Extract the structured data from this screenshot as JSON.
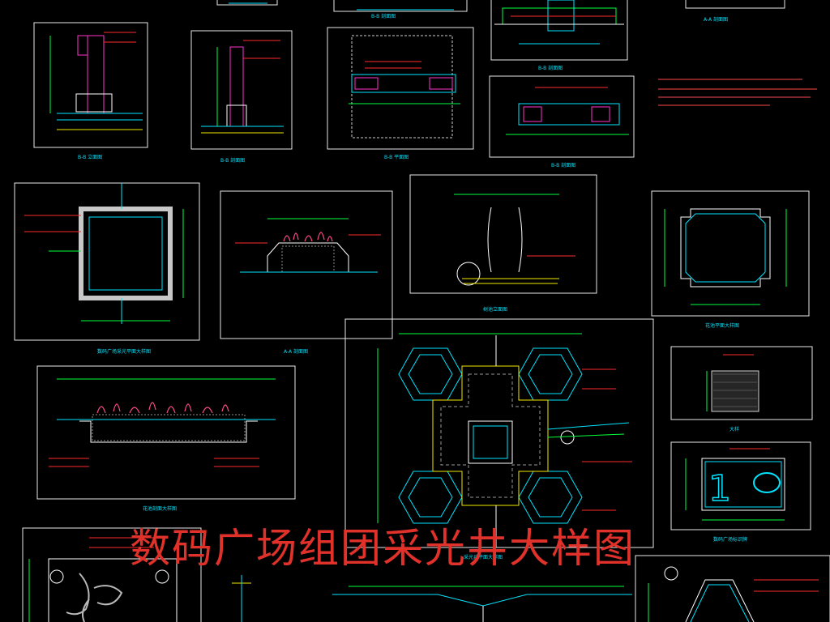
{
  "title": "数码广场组团采光井大样图",
  "colors": {
    "background": "#000000",
    "title": "#e0312a",
    "cyan": "#00e5ff",
    "green": "#00ff3c",
    "yellow": "#f2e600",
    "red": "#ff2a2a",
    "magenta": "#ff33cc",
    "frame": "#e8e8e8"
  },
  "numerals": [
    "1",
    "0"
  ]
}
